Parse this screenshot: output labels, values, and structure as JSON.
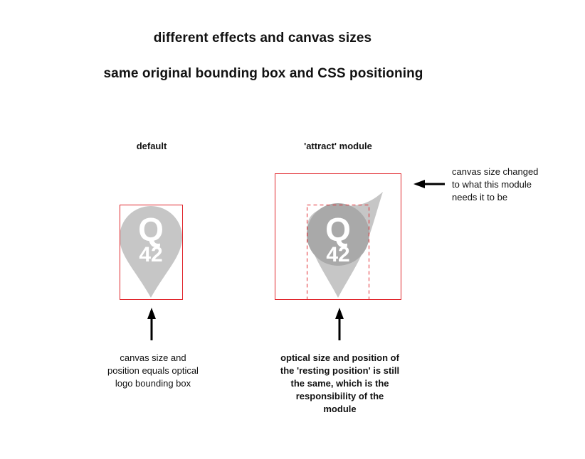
{
  "title_line1": "different effects and canvas sizes",
  "title_line2": "same original bounding box and CSS positioning",
  "default_section": {
    "heading": "default",
    "logo_letter": "Q",
    "logo_number": "42",
    "caption": "canvas size and\nposition equals optical\nlogo bounding box"
  },
  "attract_section": {
    "heading": "'attract' module",
    "logo_letter": "Q",
    "logo_number": "42",
    "caption": "optical size and position of\nthe 'resting position' is still\nthe same, which is the\nresponsibility of the\nmodule"
  },
  "canvas_note": "canvas size changed\nto what this module\nneeds it to be",
  "colors": {
    "canvas_border": "#e0252b",
    "logo_fill": "#c6c6c6",
    "logo_fill_dark": "#a9a9a9",
    "logo_text": "#ffffff",
    "arrow": "#000000"
  }
}
